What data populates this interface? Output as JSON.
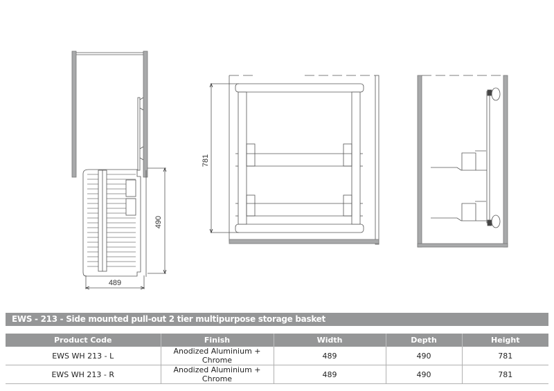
{
  "drawing": {
    "side_view": {
      "width_dim": "489",
      "depth_dim": "490"
    },
    "front_view": {
      "height_dim": "781"
    }
  },
  "product": {
    "title": "EWS - 213 - Side mounted pull-out 2 tier multipurpose storage basket"
  },
  "table": {
    "columns": [
      "Product Code",
      "Finish",
      "Width",
      "Depth",
      "Height"
    ],
    "rows": [
      [
        "EWS WH 213 - L",
        "Anodized Aluminium + Chrome",
        "489",
        "490",
        "781"
      ],
      [
        "EWS WH 213 - R",
        "Anodized Aluminium + Chrome",
        "489",
        "490",
        "781"
      ]
    ]
  },
  "colors": {
    "header_bg": "#959697",
    "cabinet_wall": "#a8a9aa",
    "line": "#555555"
  }
}
